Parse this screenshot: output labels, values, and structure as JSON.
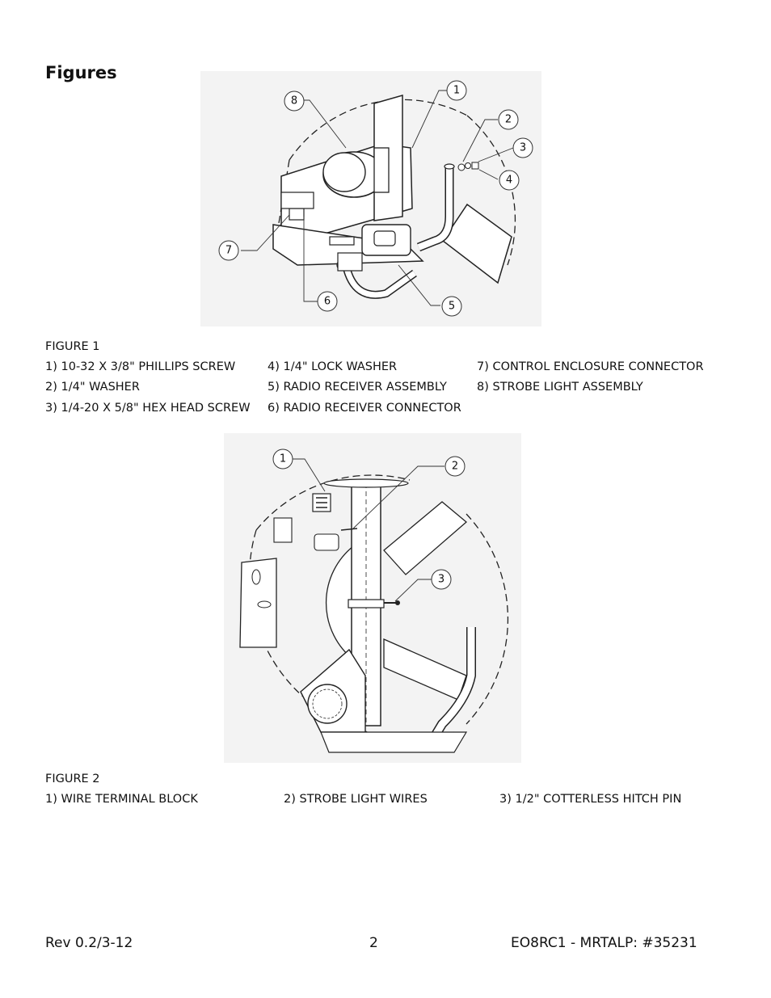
{
  "page": {
    "heading": "Figures"
  },
  "figure1": {
    "title": "FIGURE 1",
    "callouts": [
      "1",
      "2",
      "3",
      "4",
      "5",
      "6",
      "7",
      "8"
    ],
    "legend": [
      "1) 10-32 X 3/8\" PHILLIPS SCREW",
      "2) 1/4\" WASHER",
      "3) 1/4-20 X 5/8\" HEX HEAD SCREW",
      "4) 1/4\" LOCK WASHER",
      "5) RADIO RECEIVER ASSEMBLY",
      "6) RADIO RECEIVER CONNECTOR",
      "7) CONTROL ENCLOSURE CONNECTOR",
      "8) STROBE LIGHT ASSEMBLY"
    ]
  },
  "figure2": {
    "title": "FIGURE 2",
    "callouts": [
      "1",
      "2",
      "3"
    ],
    "legend": [
      "1) WIRE TERMINAL BLOCK",
      "2) STROBE LIGHT WIRES",
      "3) 1/2\" COTTERLESS HITCH PIN"
    ]
  },
  "footer": {
    "revision": "Rev 0.2/3-12",
    "page_number": "2",
    "document_id": "EO8RC1 - MRTALP: #35231"
  }
}
